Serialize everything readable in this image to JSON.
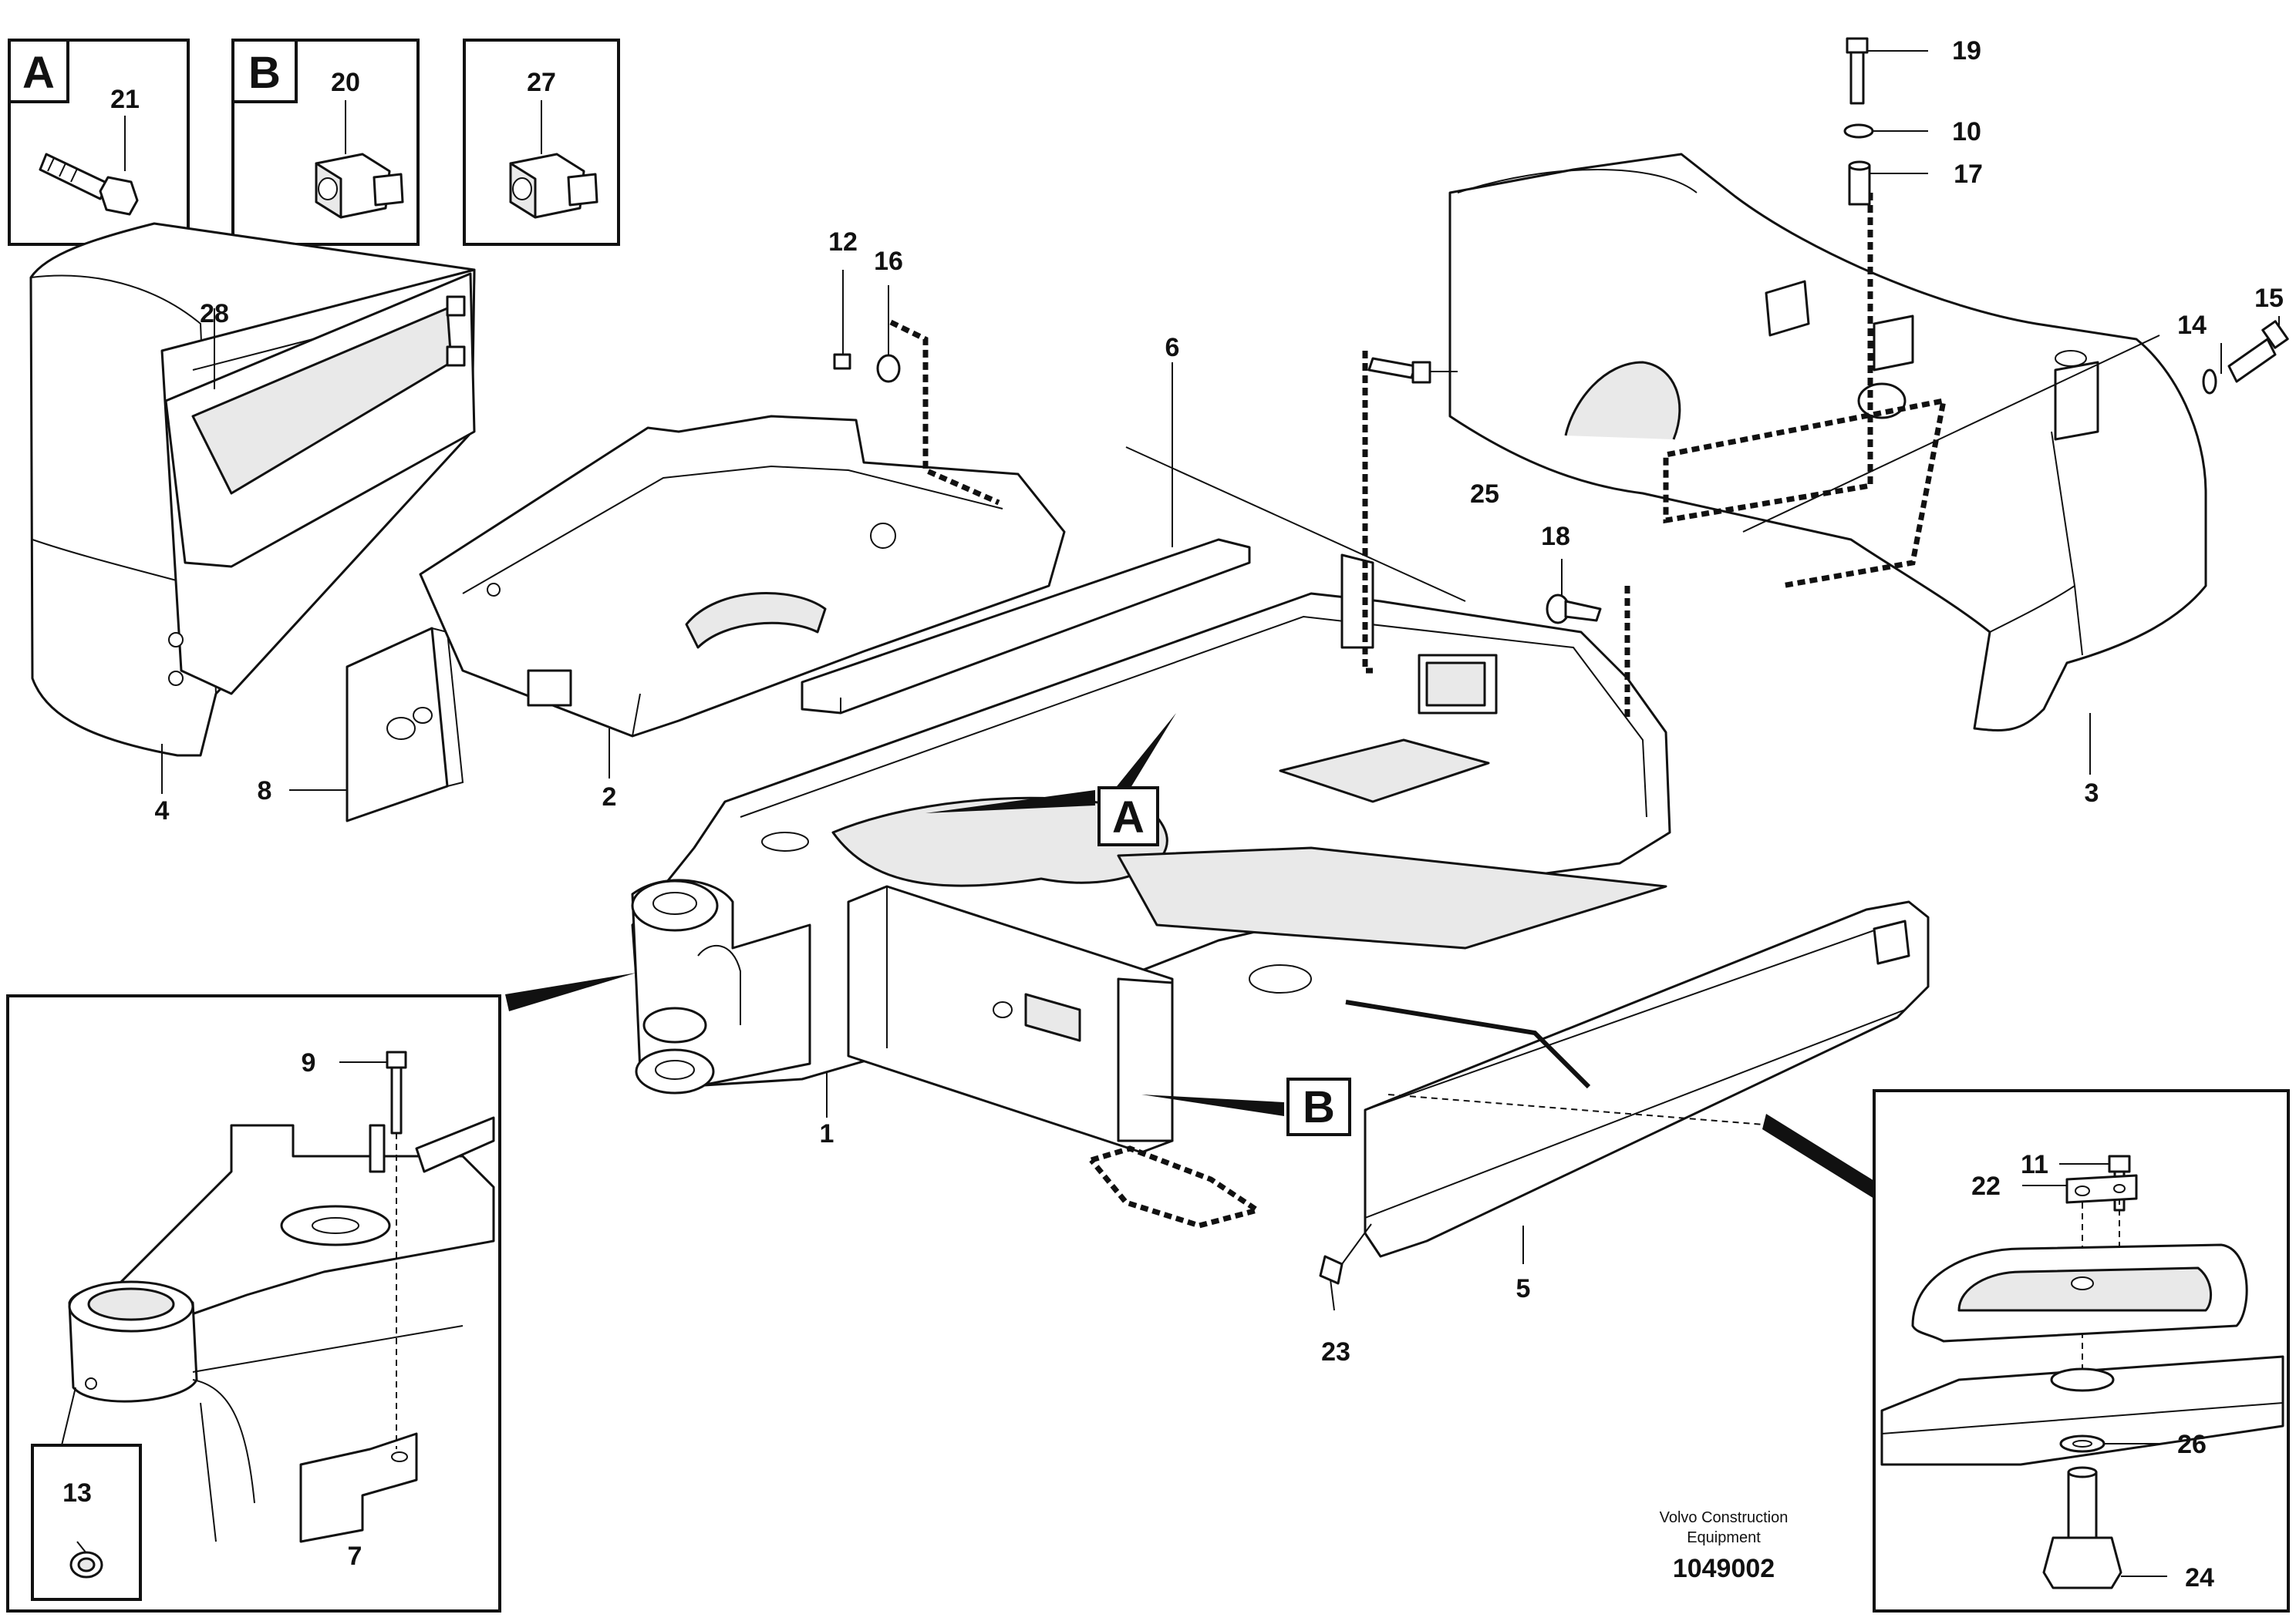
{
  "detail_boxes": {
    "A": {
      "letter": "A",
      "part": "21"
    },
    "B": {
      "letter": "B",
      "part": "20"
    },
    "extra": {
      "part": "27"
    }
  },
  "callouts": {
    "A": "A",
    "B": "B"
  },
  "part_numbers": {
    "p1": "1",
    "p2": "2",
    "p3": "3",
    "p4": "4",
    "p5": "5",
    "p6": "6",
    "p7": "7",
    "p8": "8",
    "p9": "9",
    "p10": "10",
    "p11": "11",
    "p12": "12",
    "p13": "13",
    "p14": "14",
    "p15": "15",
    "p16": "16",
    "p17": "17",
    "p18": "18",
    "p19": "19",
    "p22": "22",
    "p23": "23",
    "p24": "24",
    "p25": "25",
    "p26": "26",
    "p28": "28"
  },
  "footer": {
    "maker_line1": "Volvo Construction",
    "maker_line2": "Equipment",
    "drawing_number": "1049002"
  }
}
